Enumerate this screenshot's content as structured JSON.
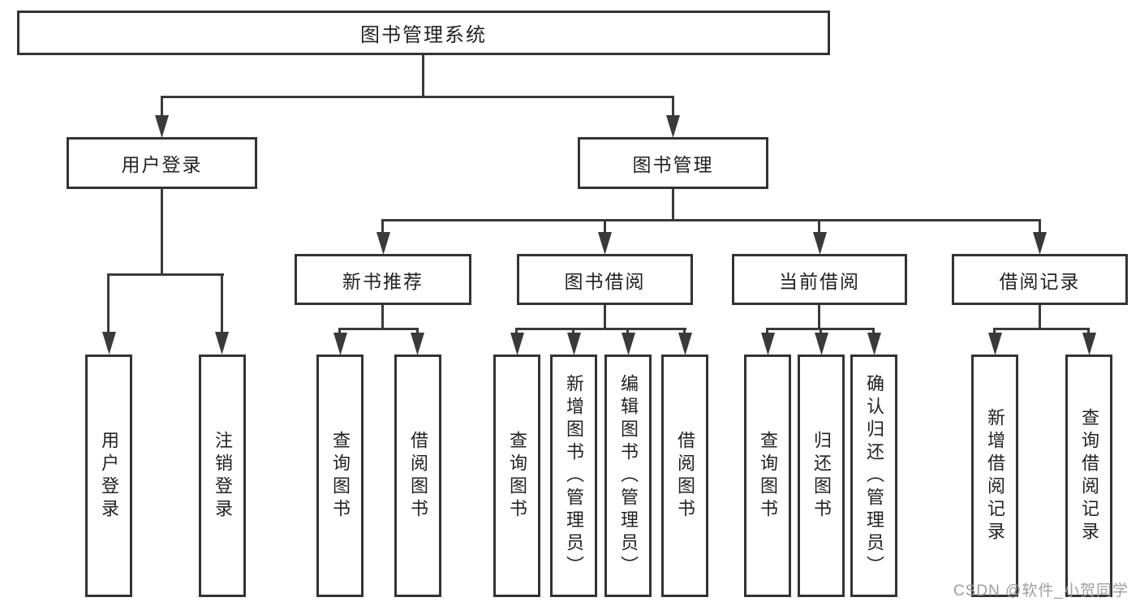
{
  "tree": {
    "root": "图书管理系统",
    "branches": [
      {
        "label": "用户登录",
        "children": [
          "用户登录",
          "注销登录"
        ]
      },
      {
        "label": "图书管理",
        "groups": [
          {
            "label": "新书推荐",
            "children": [
              "查询图书",
              "借阅图书"
            ]
          },
          {
            "label": "图书借阅",
            "children": [
              "查询图书",
              "新增图书（管理员）",
              "编辑图书（管理员）",
              "借阅图书"
            ]
          },
          {
            "label": "当前借阅",
            "children": [
              "查询图书",
              "归还图书",
              "确认归还（管理员）"
            ]
          },
          {
            "label": "借阅记录",
            "children": [
              "新增借阅记录",
              "查询借阅记录"
            ]
          }
        ]
      }
    ]
  },
  "watermark": {
    "text": "CSDN @软件_小贺同学"
  },
  "colors": {
    "line": "#3a3a3a",
    "border": "#333333",
    "text": "#222222",
    "watermark": "#9e9e9e",
    "background": "#ffffff"
  }
}
